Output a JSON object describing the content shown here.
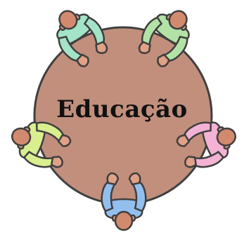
{
  "title": "Educação",
  "colors": {
    "background": "#ffffff",
    "table": "#c28f7d",
    "outline": "#3f3f3f",
    "skin": "#e0a186",
    "hair": "#d18a6e",
    "person_top_left": "#a3e3c8",
    "person_top_right": "#b3e2a6",
    "person_left": "#d9ee8e",
    "person_right": "#f4b2d4",
    "person_bottom": "#93bfee"
  },
  "people": [
    {
      "name": "person-top-left",
      "shirt": "person_top_left"
    },
    {
      "name": "person-top-right",
      "shirt": "person_top_right"
    },
    {
      "name": "person-left",
      "shirt": "person_left"
    },
    {
      "name": "person-right",
      "shirt": "person_right"
    },
    {
      "name": "person-bottom",
      "shirt": "person_bottom"
    }
  ]
}
